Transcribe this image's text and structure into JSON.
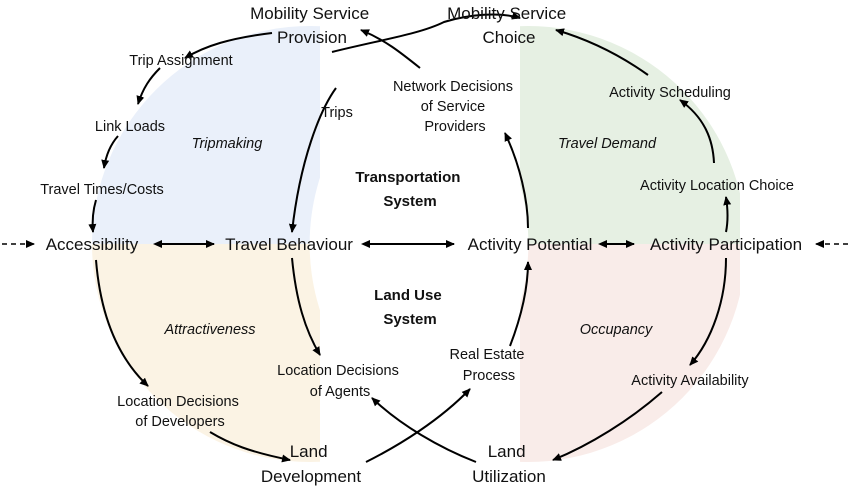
{
  "nodes": {
    "mobility_service_provision": [
      "Mobility Service",
      "Provision"
    ],
    "mobility_service_choice": [
      "Mobility Service",
      "Choice"
    ],
    "trip_assignment": "Trip Assignment",
    "link_loads": "Link Loads",
    "travel_times_costs": "Travel Times/Costs",
    "accessibility": "Accessibility",
    "travel_behaviour": "Travel Behaviour",
    "trips": "Trips",
    "network_decisions": [
      "Network Decisions",
      "of Service",
      "Providers"
    ],
    "activity_scheduling": "Activity Scheduling",
    "activity_location_choice": "Activity Location Choice",
    "activity_potential": "Activity Potential",
    "activity_participation": "Activity Participation",
    "location_decisions_developers": [
      "Location Decisions",
      "of Developers"
    ],
    "location_decisions_agents": [
      "Location Decisions",
      "of Agents"
    ],
    "real_estate_process": [
      "Real Estate",
      "Process"
    ],
    "activity_availability": "Activity Availability",
    "land_development": [
      "Land",
      "Development"
    ],
    "land_utilization": [
      "Land",
      "Utilization"
    ]
  },
  "quadrants": {
    "tripmaking": "Tripmaking",
    "travel_demand": "Travel Demand",
    "attractiveness": "Attractiveness",
    "occupancy": "Occupancy"
  },
  "centers": {
    "transportation_system": [
      "Transportation",
      "System"
    ],
    "land_use_system": [
      "Land Use",
      "System"
    ]
  },
  "colors": {
    "tripmaking": "#eaf0fa",
    "travel_demand": "#e6f0e3",
    "attractiveness": "#fbf3e4",
    "occupancy": "#f9ece9",
    "lines": "#000000"
  }
}
